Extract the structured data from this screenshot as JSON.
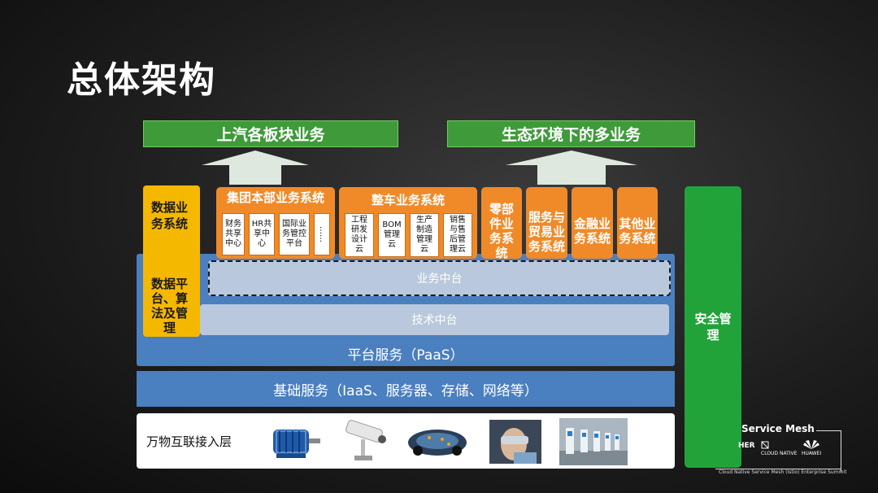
{
  "page": {
    "title": "总体架构"
  },
  "banners": {
    "left": "上汽各板块业务",
    "right": "生态环境下的多业务"
  },
  "data_biz": {
    "line1": "数据业",
    "line2": "务系统"
  },
  "data_platform": {
    "line1": "数据平",
    "line2": "台、算",
    "line3": "法及管",
    "line4": "理"
  },
  "group_hq": {
    "title": "集团本部业务系统",
    "items": [
      {
        "l1": "财务",
        "l2": "共享",
        "l3": "中心"
      },
      {
        "l1": "HR共",
        "l2": "享中",
        "l3": "心"
      },
      {
        "l1": "国际业",
        "l2": "务管控",
        "l3": "平台"
      },
      {
        "l1": "……"
      }
    ]
  },
  "vehicle": {
    "title": "整车业务系统",
    "items": [
      {
        "l1": "工程",
        "l2": "研发",
        "l3": "设计",
        "l4": "云"
      },
      {
        "l1": "BOM",
        "l2": "管理",
        "l3": "云"
      },
      {
        "l1": "生产",
        "l2": "制造",
        "l3": "管理",
        "l4": "云"
      },
      {
        "l1": "销售",
        "l2": "与售",
        "l3": "后管",
        "l4": "理云"
      }
    ]
  },
  "parts": {
    "l1": "零部",
    "l2": "件业",
    "l3": "务系",
    "l4": "统"
  },
  "service_trade": {
    "l1": "服务与",
    "l2": "贸易业",
    "l3": "务系统"
  },
  "finance": {
    "l1": "金融业",
    "l2": "务系统"
  },
  "other": {
    "l1": "其他业",
    "l2": "务系统"
  },
  "middle": {
    "business": "业务中台",
    "tech": "技术中台"
  },
  "paas": "平台服务（PaaS）",
  "iaas": "基础服务（IaaS、服务器、存储、网络等）",
  "iot": {
    "label": "万物互联接入层"
  },
  "safety": {
    "l1": "安全管",
    "l2": "理"
  },
  "watermark": {
    "title": "Service Mesh",
    "logo1": "HER",
    "logo2": "CLOUD NATIVE",
    "logo3": "HUAWEI",
    "footer": "Cloud Native Service Mesh (Istio) Enterprise Summit"
  },
  "colors": {
    "green": "#3f9a3a",
    "yellow": "#f5b800",
    "orange": "#f08a28",
    "blue": "#4a7fc0",
    "safety": "#22a33a"
  }
}
